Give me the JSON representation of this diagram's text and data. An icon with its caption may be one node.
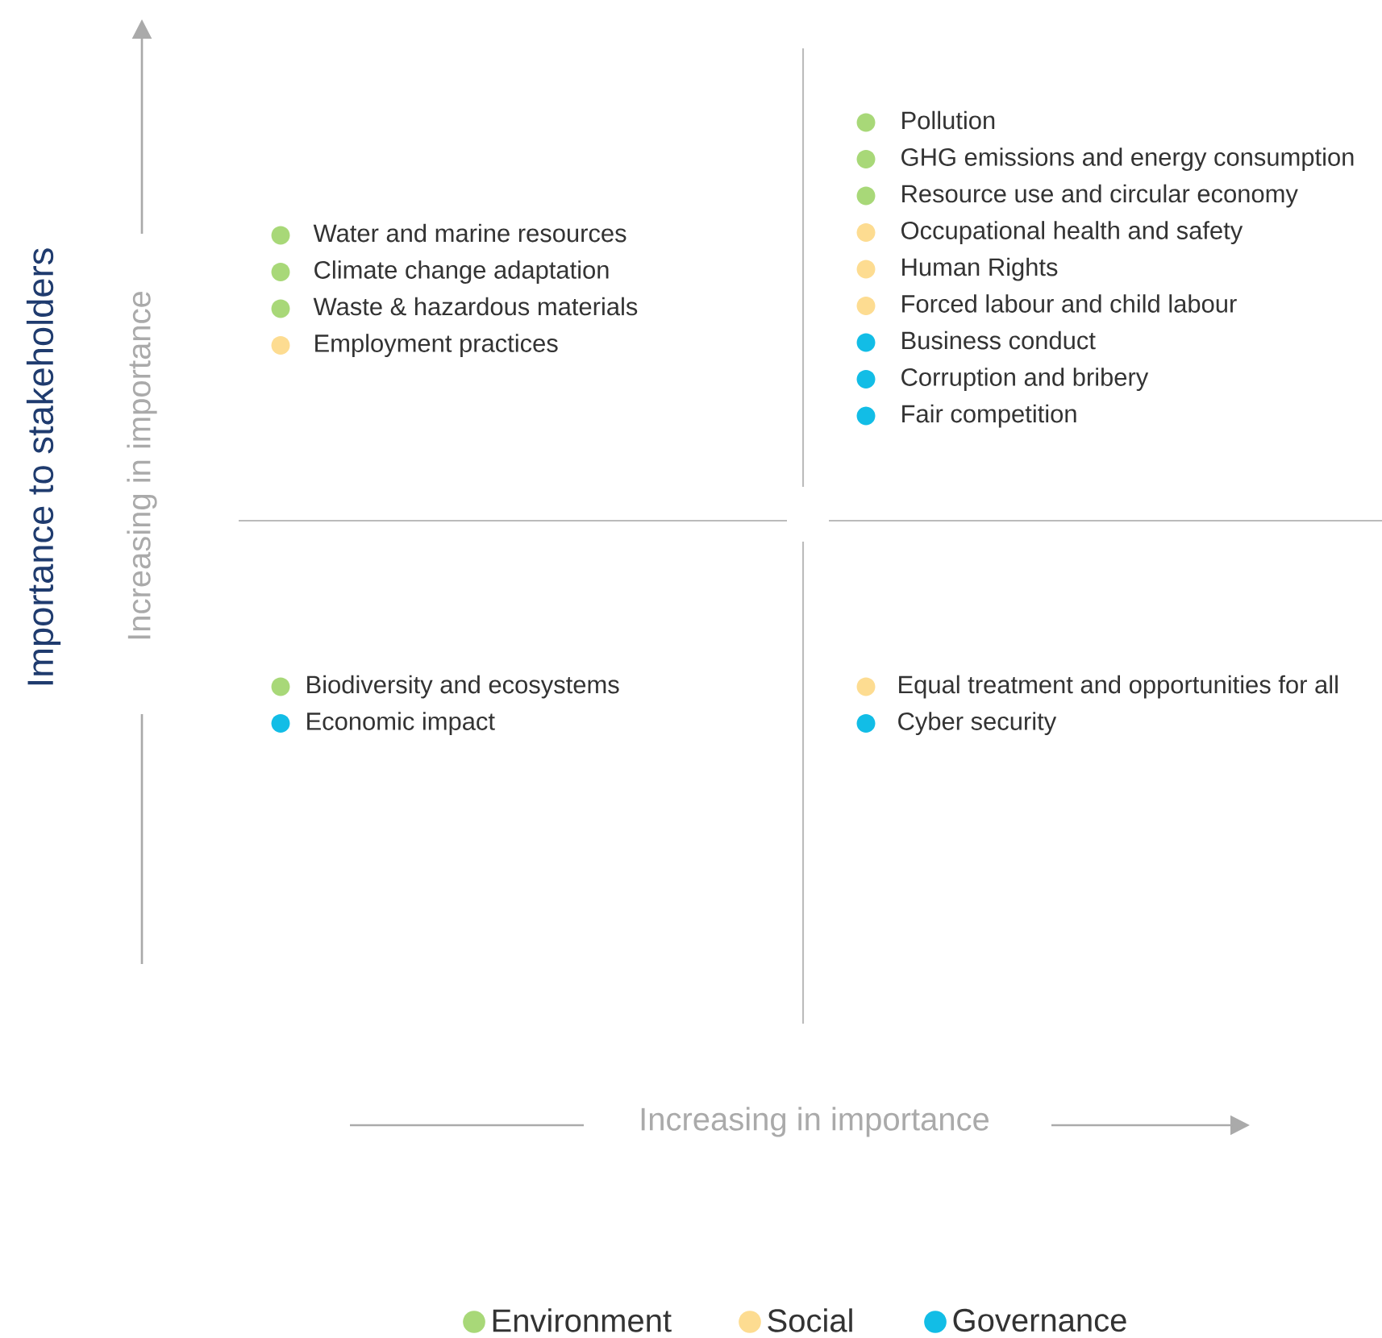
{
  "diagram": {
    "labels": [
      "Importance to stakeholders",
      "Increasing in importance",
      "Water and marine resources",
      "Climate change adaptation",
      "Waste & hazardous materials",
      "Employment practices",
      "Pollution",
      "GHG emissions and energy consumption",
      "Resource use and circular economy",
      "Occupational health and safety",
      "Human Rights",
      "Forced labour and child labour",
      "Business conduct",
      "Corruption and bribery",
      "Fair competition",
      "Biodiversity and ecosystems",
      "Economic impact",
      "Equal treatment and opportunities for all",
      "Cyber security",
      "Increasing in importance"
    ],
    "legend": [
      {
        "text": "Environment",
        "color": "#a8d878"
      },
      {
        "text": "Social",
        "color": "#fddc91"
      },
      {
        "text": "Governance",
        "color": "#12bde6"
      }
    ]
  }
}
